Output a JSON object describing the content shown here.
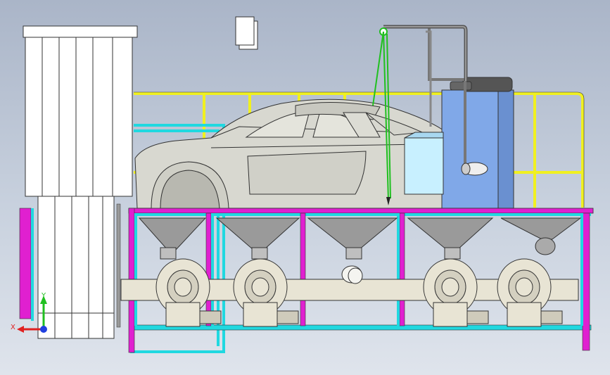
{
  "viewport": {
    "background_top": "#aab5c8",
    "background_bottom": "#dfe4ec"
  },
  "colors": {
    "frame_magenta": "#e020d0",
    "frame_cyan": "#20d8e0",
    "railing_yellow": "#f0f020",
    "booth_blue": "#80a8e8",
    "window_light": "#c8f0ff",
    "hopper_grey": "#9a9a9a",
    "blower_cream": "#e8e4d4",
    "car_grey": "#d8d8d0",
    "cable_green": "#20c020"
  },
  "triad": {
    "x_label": "X",
    "y_label": "Y",
    "x_axis_color": "#e02020",
    "y_axis_color": "#20c020",
    "z_axis_color": "#2040e0"
  },
  "blowers": [
    {
      "id": "blower-1"
    },
    {
      "id": "blower-2"
    },
    {
      "id": "blower-3"
    },
    {
      "id": "blower-4"
    },
    {
      "id": "blower-5"
    }
  ]
}
